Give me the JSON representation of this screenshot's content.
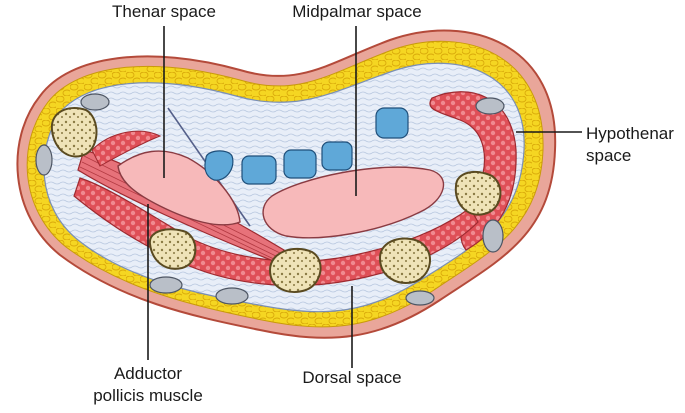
{
  "labels": {
    "thenar": "Thenar space",
    "midpalmar": "Midpalmar space",
    "hypothenar_line1": "Hypothenar",
    "hypothenar_line2": "space",
    "adductor_line1": "Adductor",
    "adductor_line2": "pollicis muscle",
    "dorsal": "Dorsal space"
  },
  "colors": {
    "skin": "#e9a69a",
    "skin_outline": "#b44a3a",
    "fat": "#f3d21a",
    "fat_bubble": "#e6b90a",
    "fascia": "#c8d9ee",
    "muscle": "#e0545b",
    "space": "#f7b9ba",
    "bone": "#eee0b5",
    "tendon": "#5fa8d8",
    "nerve": "#b9bfc8"
  }
}
